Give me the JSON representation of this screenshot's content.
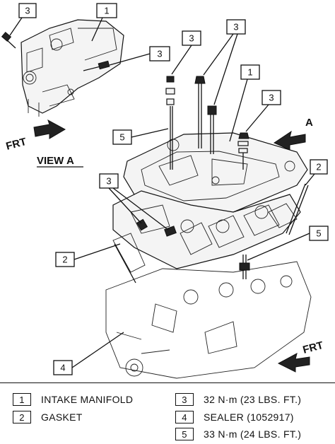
{
  "view_label": "VIEW A",
  "view_letter": "A",
  "front_label": "FRT",
  "callout_numbers": [
    "1",
    "2",
    "3",
    "4",
    "5"
  ],
  "legend": [
    {
      "num": "1",
      "text": "INTAKE MANIFOLD"
    },
    {
      "num": "2",
      "text": "GASKET"
    },
    {
      "num": "3",
      "text": "32 N·m (23 LBS. FT.)"
    },
    {
      "num": "4",
      "text": "SEALER (1052917)"
    },
    {
      "num": "5",
      "text": "33 N·m (24 LBS. FT.)"
    }
  ]
}
